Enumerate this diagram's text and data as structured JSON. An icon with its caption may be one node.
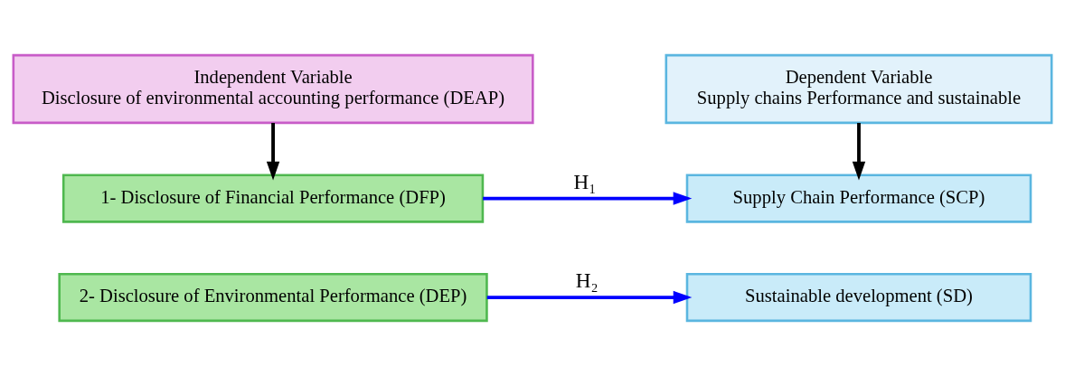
{
  "diagram": {
    "nodes": [
      {
        "text": [
          "Independent Variable",
          "Disclosure of environmental accounting performance (DEAP)"
        ]
      },
      {
        "text": [
          "Dependent Variable",
          "Supply chains Performance and sustainable"
        ]
      },
      {
        "text": [
          "1- Disclosure of Financial Performance (DFP)"
        ]
      },
      {
        "text": [
          "2- Disclosure of Environmental Performance (DEP)"
        ]
      },
      {
        "text": [
          "Supply Chain Performance (SCP)"
        ]
      },
      {
        "text": [
          "Sustainable development (SD)"
        ]
      }
    ],
    "edges": [
      {
        "from": 0,
        "to": 2,
        "arrow": "to"
      },
      {
        "from": 1,
        "to": 4,
        "arrow": "to"
      },
      {
        "from": 2,
        "to": 4,
        "arrow": "to",
        "label": "H₁",
        "color": "#0000ff"
      },
      {
        "from": 3,
        "to": 5,
        "arrow": "to",
        "label": "H₂",
        "color": "#0000ff"
      }
    ]
  }
}
